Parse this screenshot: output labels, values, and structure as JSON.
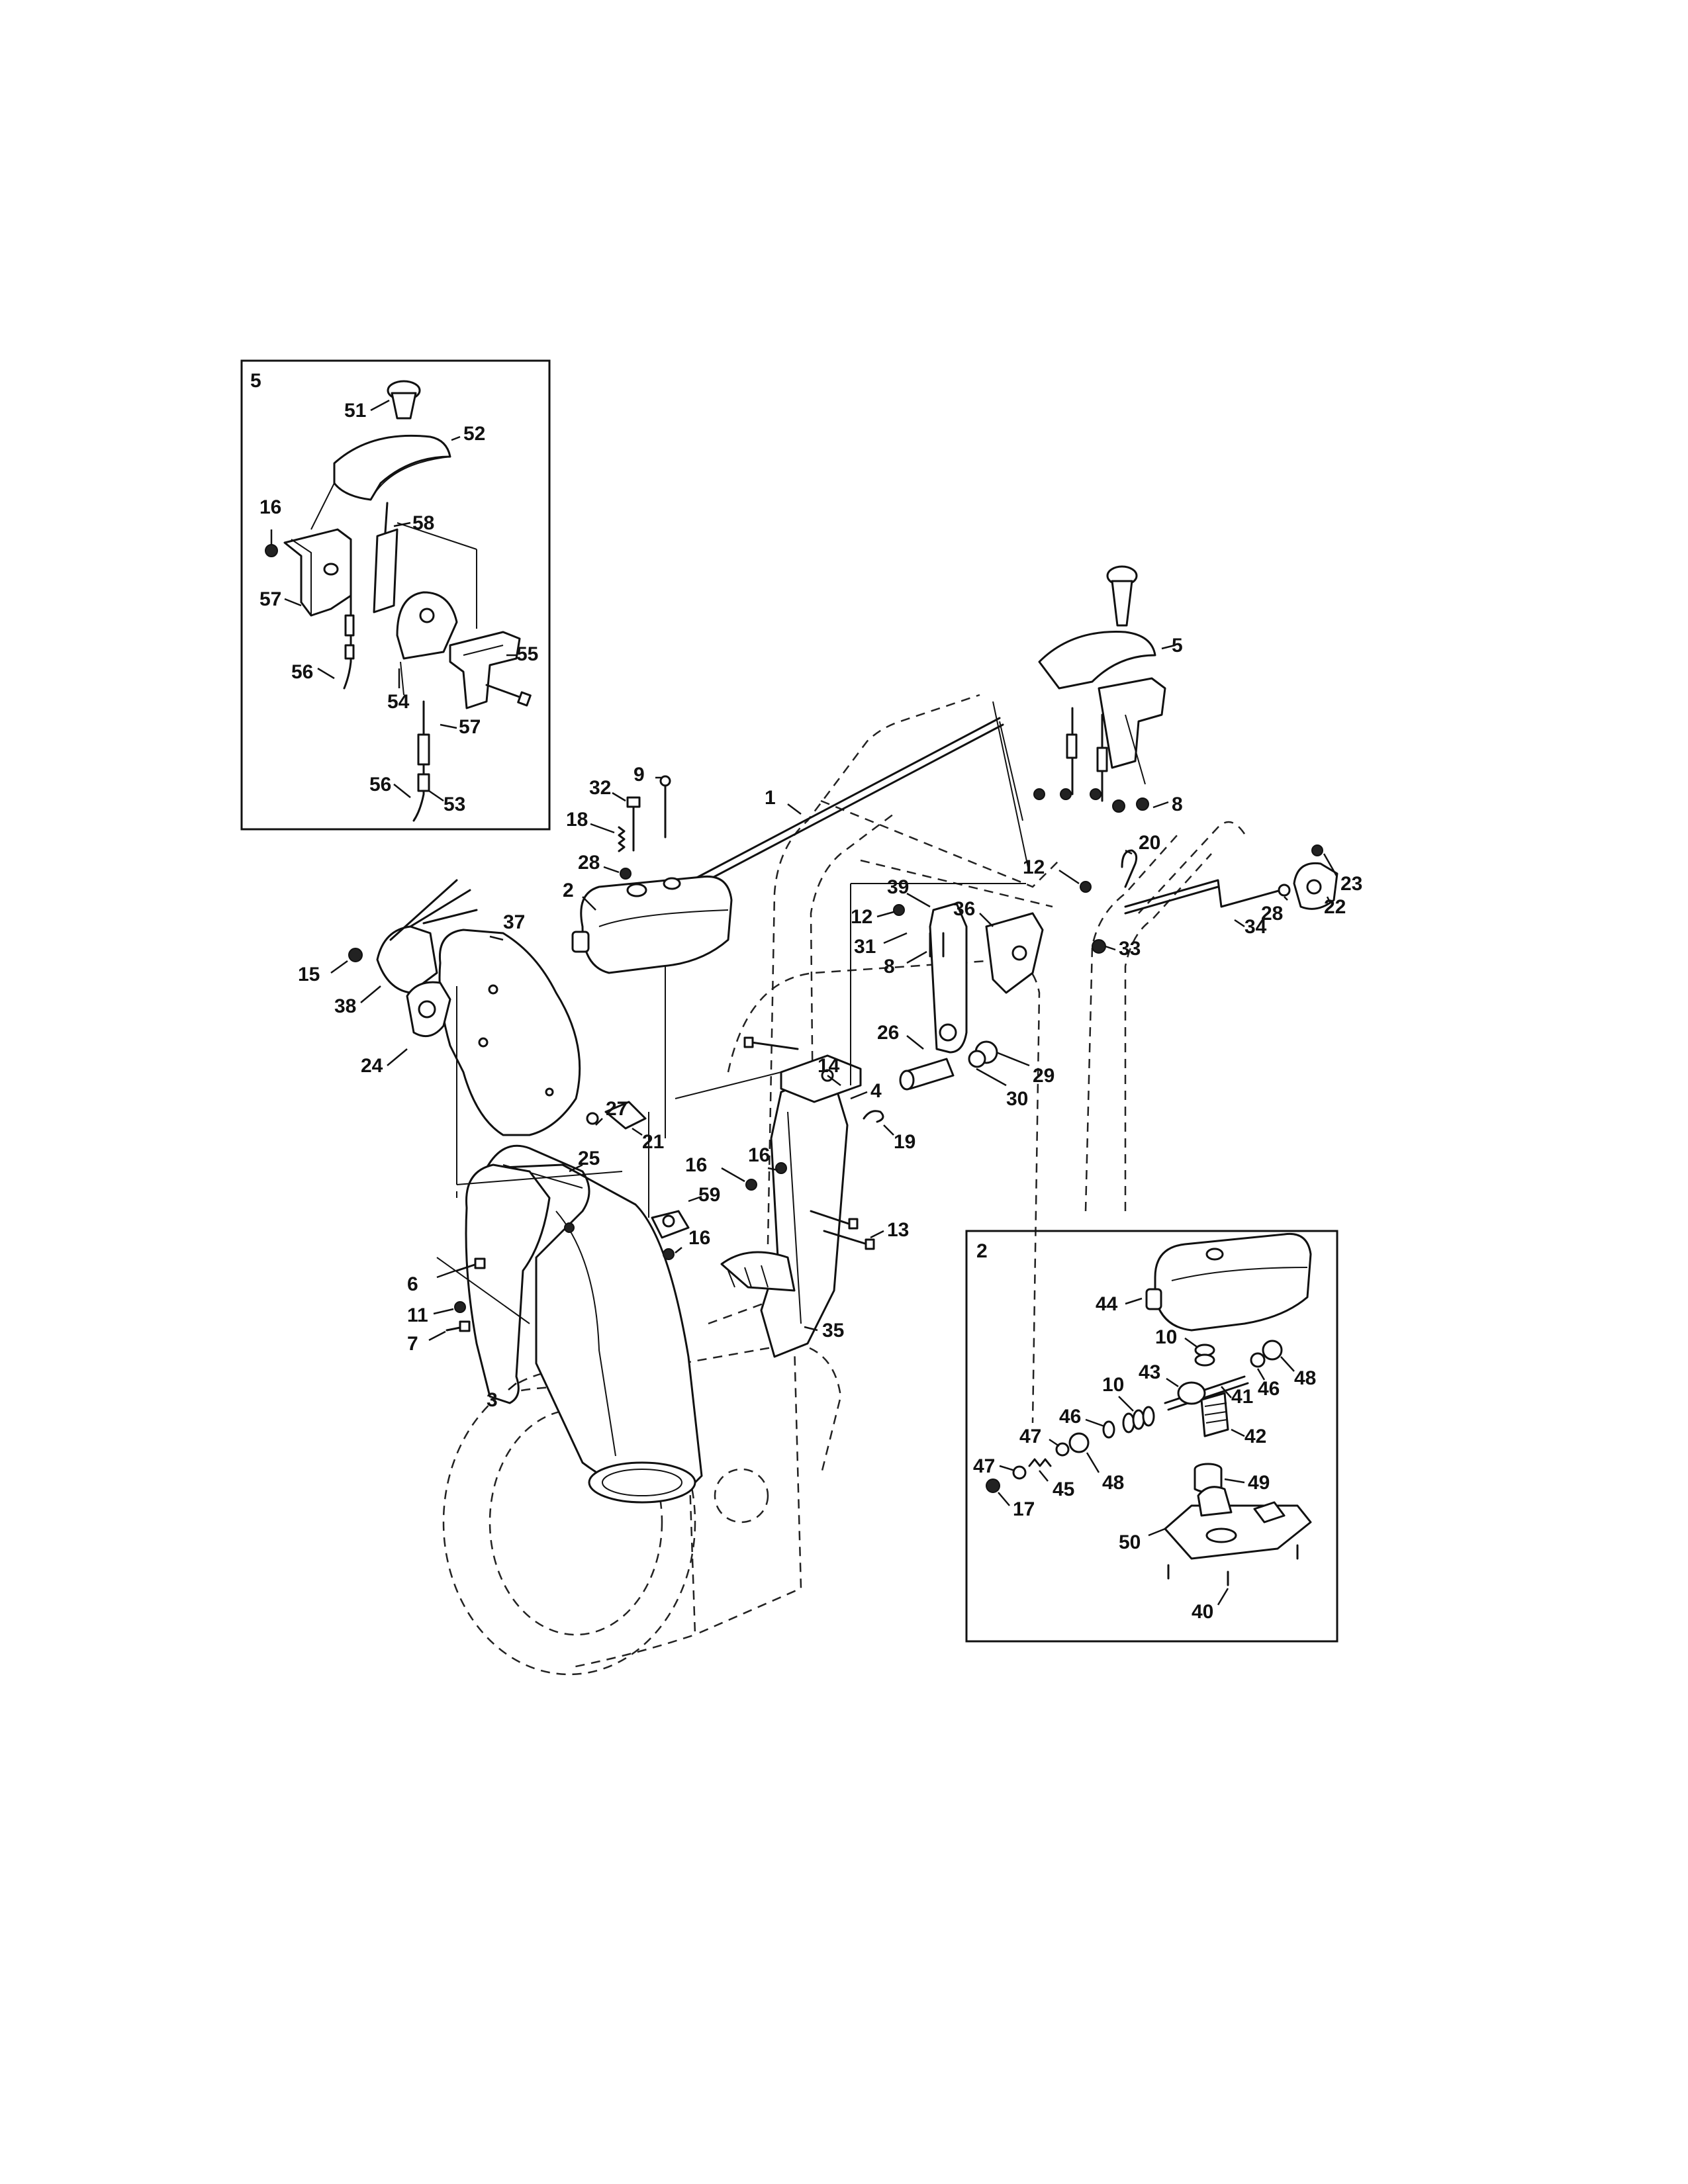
{
  "diagram": {
    "inset_5": {
      "label": "5",
      "callouts": [
        "51",
        "52",
        "16",
        "58",
        "57",
        "55",
        "56",
        "54",
        "57",
        "56",
        "53"
      ]
    },
    "inset_2": {
      "label": "2",
      "callouts": [
        "44",
        "10",
        "48",
        "43",
        "41",
        "46",
        "10",
        "46",
        "42",
        "47",
        "49",
        "47",
        "48",
        "45",
        "17",
        "50",
        "40"
      ]
    },
    "main": {
      "callouts": [
        "5",
        "8",
        "9",
        "32",
        "1",
        "18",
        "28",
        "2",
        "37",
        "15",
        "38",
        "24",
        "12",
        "20",
        "23",
        "39",
        "36",
        "28",
        "22",
        "12",
        "31",
        "8",
        "34",
        "33",
        "26",
        "29",
        "30",
        "14",
        "4",
        "27",
        "21",
        "19",
        "25",
        "16",
        "16",
        "13",
        "59",
        "16",
        "6",
        "35",
        "11",
        "7",
        "3"
      ]
    }
  }
}
